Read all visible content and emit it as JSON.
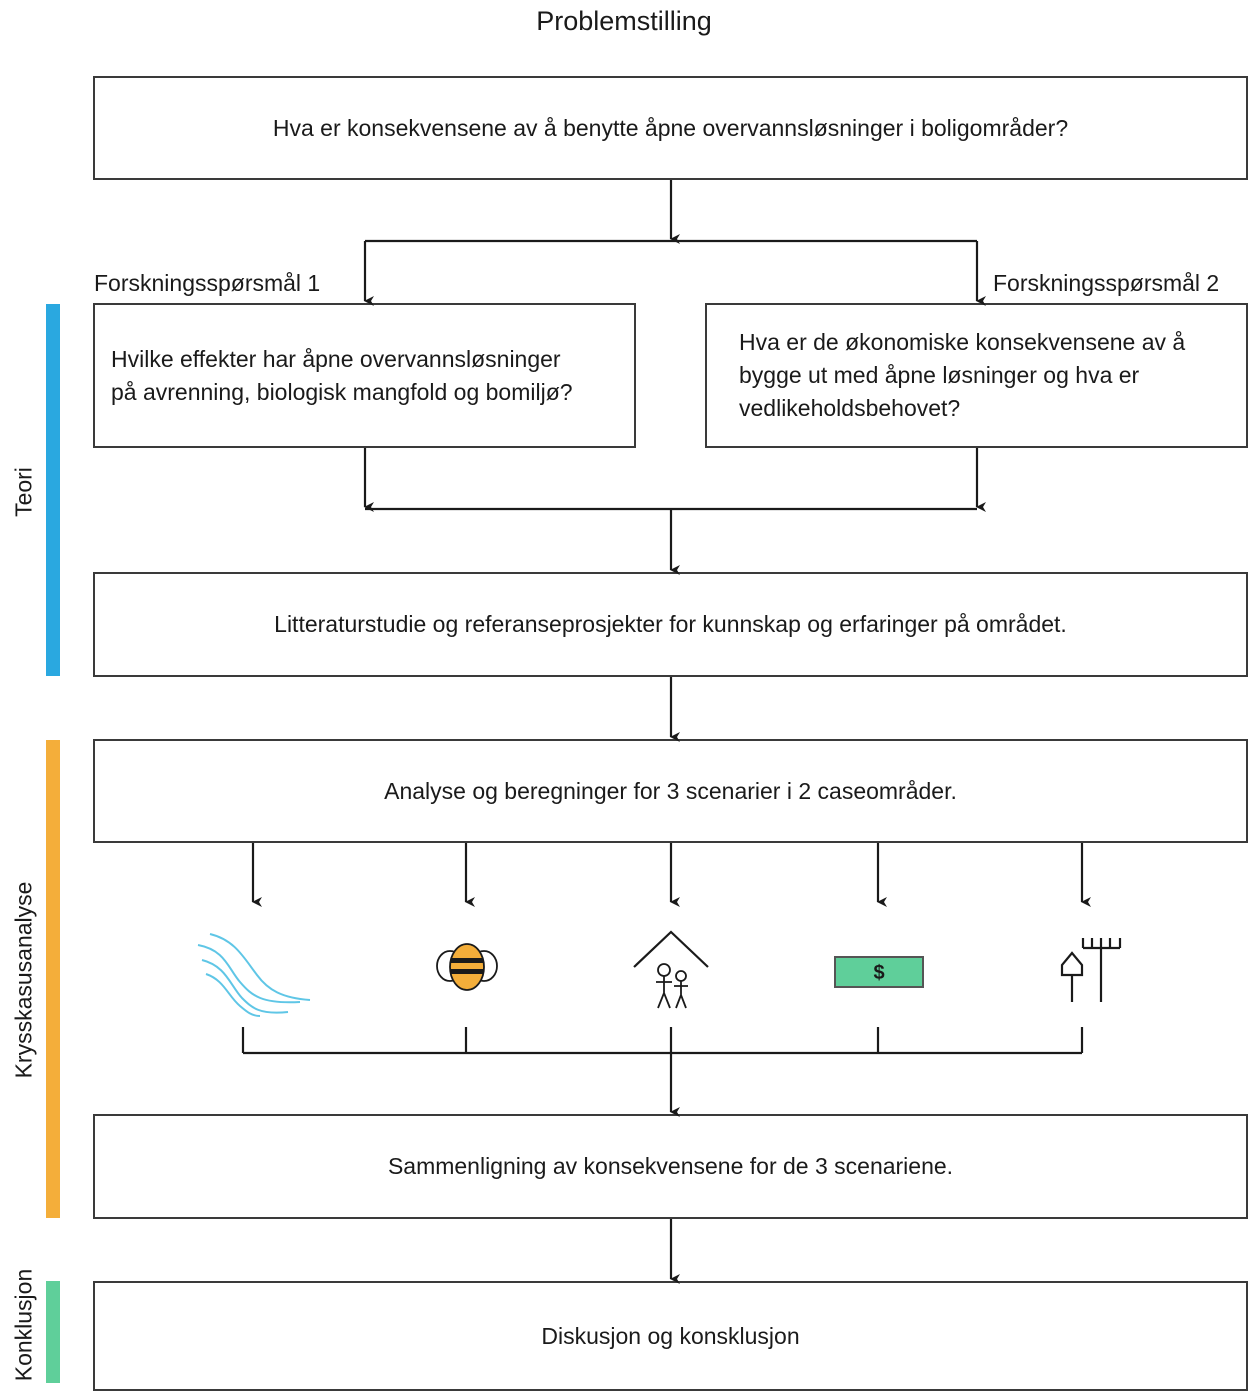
{
  "title": "Problemstilling",
  "main_question": "Hva er konsekvensene av å benytte åpne overvannsløsninger i boligområder?",
  "research_questions": [
    {
      "label": "Forskningsspørsmål 1",
      "lines": [
        "Hvilke effekter har åpne overvannsløsninger",
        "på avrenning, biologisk mangfold og bomiljø?"
      ]
    },
    {
      "label": "Forskningsspørsmål 2",
      "lines": [
        "Hva er de økonomiske konsekvensene av å",
        "bygge ut med åpne løsninger og hva er",
        "vedlikeholdsbehovet?"
      ]
    }
  ],
  "literature_box": "Litteraturstudie og referanseprosjekter for kunnskap og erfaringer på området.",
  "analysis_box": "Analyse og beregninger for 3 scenarier i 2 caseområder.",
  "icons": [
    "water-runoff-icon",
    "bee-icon",
    "house-people-icon",
    "money-icon",
    "maintenance-tools-icon"
  ],
  "money_symbol": "$",
  "comparison_box": "Sammenligning av konsekvensene for de 3 scenariene.",
  "conclusion_box": "Diskusjon og konsklusjon",
  "phases": [
    {
      "label": "Teori",
      "color": "#2aa8e0"
    },
    {
      "label": "Krysskasusanalyse",
      "color": "#f4ae3a"
    },
    {
      "label": "Konklusjon",
      "color": "#5fcf9a"
    }
  ]
}
